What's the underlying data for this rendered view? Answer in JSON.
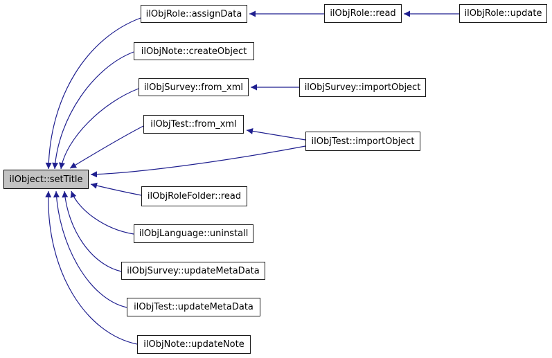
{
  "diagram": {
    "kind": "caller-graph",
    "current_function": "ilObject::setTitle",
    "colors": {
      "edge": "#1f1f8f",
      "arrowhead": "#1f1f8f",
      "node_border": "#1a1a1a",
      "node_fill": "#ffffff",
      "current_node_fill": "#c3c3c3",
      "text": "#000000",
      "background": "#ffffff"
    },
    "nodes": [
      {
        "id": "setTitle",
        "label": "ilObject::setTitle",
        "current": true
      },
      {
        "id": "assignData",
        "label": "ilObjRole::assignData",
        "current": false
      },
      {
        "id": "roleRead",
        "label": "ilObjRole::read",
        "current": false
      },
      {
        "id": "roleUpdate",
        "label": "ilObjRole::update",
        "current": false
      },
      {
        "id": "createObject",
        "label": "ilObjNote::createObject",
        "current": false
      },
      {
        "id": "surveyFromXml",
        "label": "ilObjSurvey::from_xml",
        "current": false
      },
      {
        "id": "surveyImport",
        "label": "ilObjSurvey::importObject",
        "current": false
      },
      {
        "id": "testFromXml",
        "label": "ilObjTest::from_xml",
        "current": false
      },
      {
        "id": "testImport",
        "label": "ilObjTest::importObject",
        "current": false
      },
      {
        "id": "roleFolderRead",
        "label": "ilObjRoleFolder::read",
        "current": false
      },
      {
        "id": "uninstall",
        "label": "ilObjLanguage::uninstall",
        "current": false
      },
      {
        "id": "surveyUpdateMD",
        "label": "ilObjSurvey::updateMetaData",
        "current": false
      },
      {
        "id": "testUpdateMD",
        "label": "ilObjTest::updateMetaData",
        "current": false
      },
      {
        "id": "updateNote",
        "label": "ilObjNote::updateNote",
        "current": false
      }
    ],
    "edges": [
      {
        "from": "assignData",
        "to": "setTitle"
      },
      {
        "from": "createObject",
        "to": "setTitle"
      },
      {
        "from": "surveyFromXml",
        "to": "setTitle"
      },
      {
        "from": "testFromXml",
        "to": "setTitle"
      },
      {
        "from": "testImport",
        "to": "setTitle"
      },
      {
        "from": "roleFolderRead",
        "to": "setTitle"
      },
      {
        "from": "uninstall",
        "to": "setTitle"
      },
      {
        "from": "surveyUpdateMD",
        "to": "setTitle"
      },
      {
        "from": "testUpdateMD",
        "to": "setTitle"
      },
      {
        "from": "updateNote",
        "to": "setTitle"
      },
      {
        "from": "roleRead",
        "to": "assignData"
      },
      {
        "from": "roleUpdate",
        "to": "roleRead"
      },
      {
        "from": "surveyImport",
        "to": "surveyFromXml"
      },
      {
        "from": "testImport",
        "to": "testFromXml"
      }
    ]
  }
}
